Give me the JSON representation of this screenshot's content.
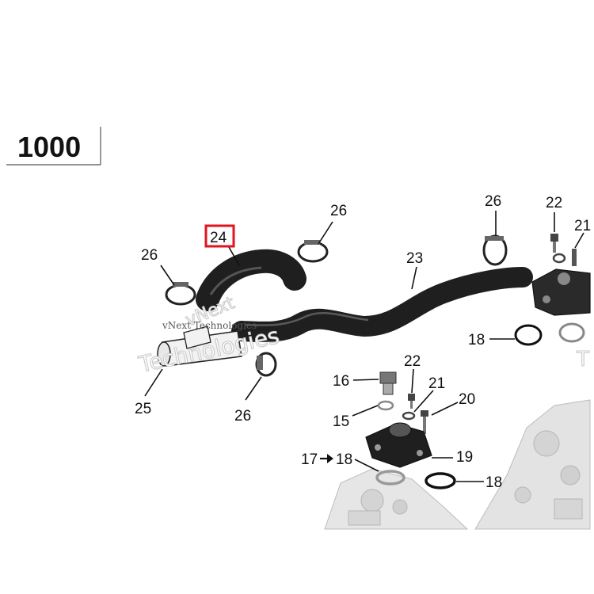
{
  "diagram": {
    "model_code": "1000",
    "highlight_color": "#e0141e",
    "hose_color": "#1f1f1f",
    "engine_color": "#d9d9d9",
    "labels": {
      "l24": "24",
      "l26a": "26",
      "l26b": "26",
      "l26c": "26",
      "l26d": "26",
      "l23": "23",
      "l22a": "22",
      "l22b": "22",
      "l21a": "21",
      "l21b": "21",
      "l25": "25",
      "l18a": "18",
      "l18b": "18",
      "l18c": "18",
      "l17": "17",
      "l16": "16",
      "l15": "15",
      "l20": "20",
      "l19": "19"
    },
    "watermark": {
      "line1": "vNext",
      "line2": "Technologies",
      "small": "vNext Technologies",
      "right_fragment": "T"
    }
  }
}
